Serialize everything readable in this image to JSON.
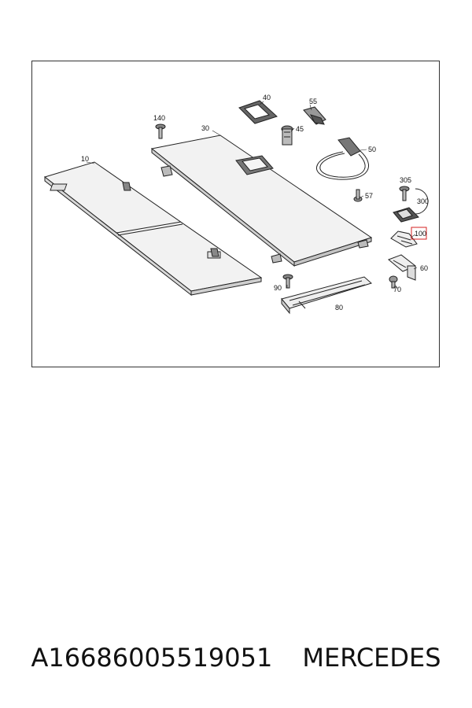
{
  "diagram": {
    "callouts": {
      "c10": "10",
      "c30": "30",
      "c40": "40",
      "c45": "45",
      "c50": "50",
      "c55": "55",
      "c57": "57",
      "c60": "60",
      "c70": "70",
      "c80": "80",
      "c90": "90",
      "c100": "100",
      "c140": "140",
      "c300": "300",
      "c305": "305"
    },
    "highlight_color": "#d62020"
  },
  "caption": {
    "part_number": "A16686005519051",
    "brand": "MERCEDES"
  }
}
